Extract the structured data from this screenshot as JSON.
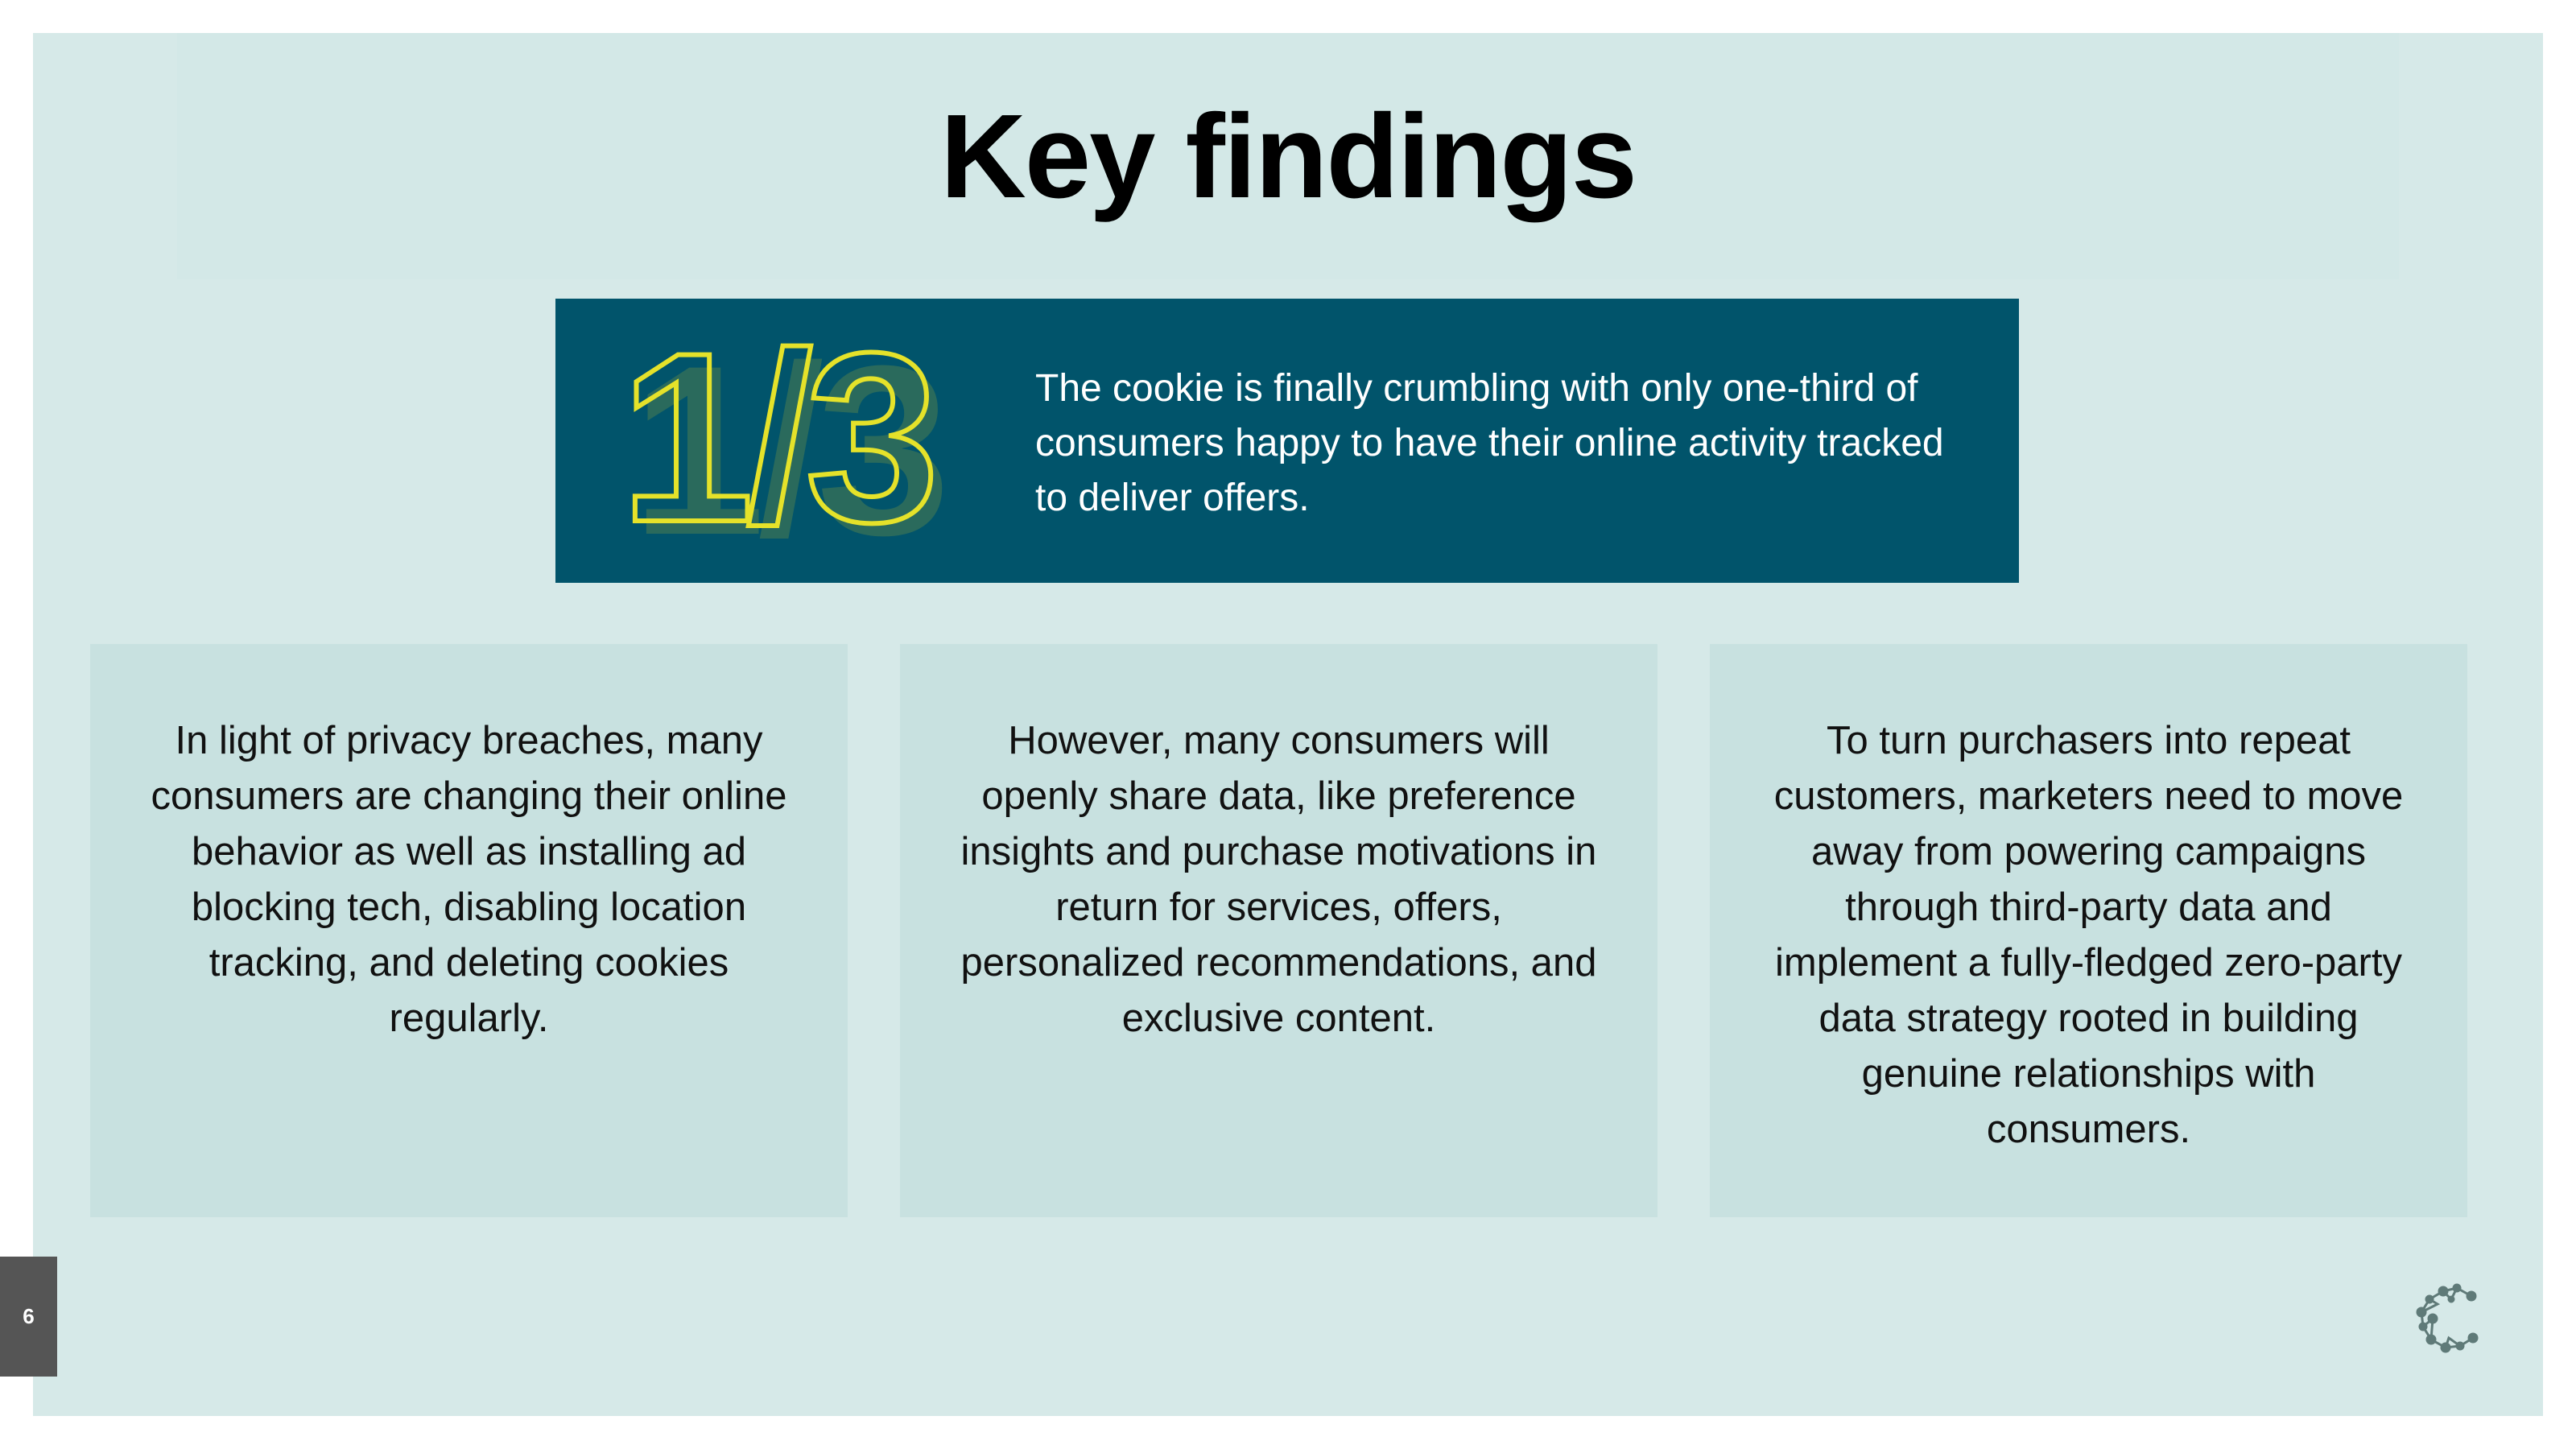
{
  "title": "Key findings",
  "hero": {
    "stat": "1/3",
    "text": "The cookie is finally crumbling with only one-third of consumers happy to have their online activity tracked to deliver offers."
  },
  "cards": [
    {
      "text": "In light of privacy breaches, many consumers are changing their online behavior as well as installing ad blocking tech, disabling location tracking, and deleting cookies regularly."
    },
    {
      "text": "However, many consumers will openly share data, like preference insights and purchase motivations in return for services, offers, personalized recommendations, and exclusive content."
    },
    {
      "text": "To turn purchasers into repeat customers, marketers need to move away from powering campaigns through third-party data and implement a fully-fledged zero-party data strategy rooted in building genuine relationships with consumers."
    }
  ],
  "page_number": "6",
  "colors": {
    "background": "#d6e9e8",
    "hero": "#01546b",
    "accent": "#e5e22a",
    "card": "#c8e1e0"
  }
}
